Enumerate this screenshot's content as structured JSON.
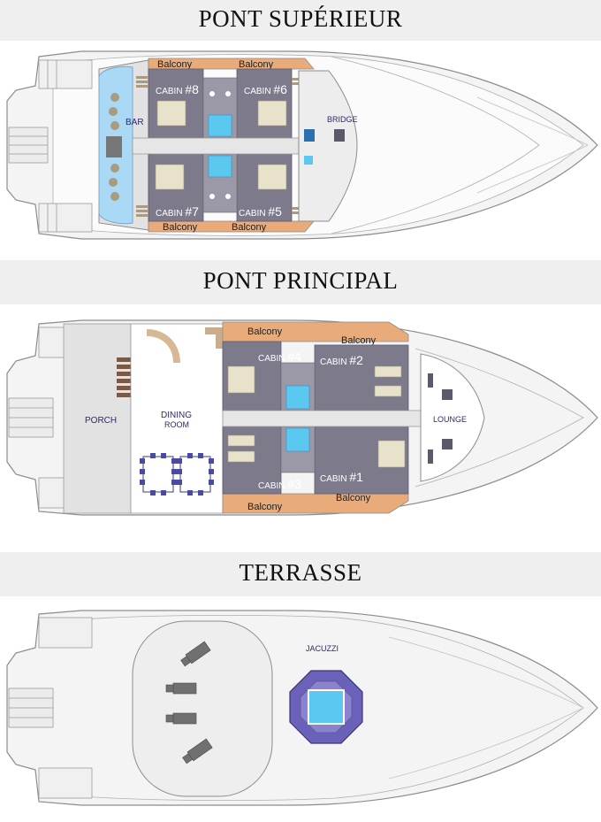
{
  "decks": [
    {
      "title": "PONT SUPÉRIEUR",
      "labels": {
        "bar": "BAR",
        "bridge": "BRIDGE",
        "balcony": "Balcony",
        "cabin8_pre": "CABIN ",
        "cabin8_num": "#8",
        "cabin6_pre": "CABIN ",
        "cabin6_num": "#6",
        "cabin7_pre": "CABIN ",
        "cabin7_num": "#7",
        "cabin5_pre": "CABIN ",
        "cabin5_num": "#5"
      }
    },
    {
      "title": "PONT PRINCIPAL",
      "labels": {
        "porch": "PORCH",
        "dining1": "DINING",
        "dining2": "ROOM",
        "lounge": "LOUNGE",
        "balcony": "Balcony",
        "cabin4_pre": "CABIN ",
        "cabin4_num": "#4",
        "cabin2_pre": "CABIN ",
        "cabin2_num": "#2",
        "cabin3_pre": "CABIN ",
        "cabin3_num": "#3",
        "cabin1_pre": "CABIN ",
        "cabin1_num": "#1"
      }
    },
    {
      "title": "TERRASSE",
      "labels": {
        "jacuzzi": "JACUZZI"
      }
    }
  ],
  "colors": {
    "header_bg": "#efefef",
    "hull_stroke": "#8c8c8c",
    "cabin_fill": "#7d7a8c",
    "balcony_fill": "#e8ab79",
    "water": "#5bc8f0",
    "label": "#2b2b6b",
    "jacuzzi_rim": "#6a62b8"
  }
}
